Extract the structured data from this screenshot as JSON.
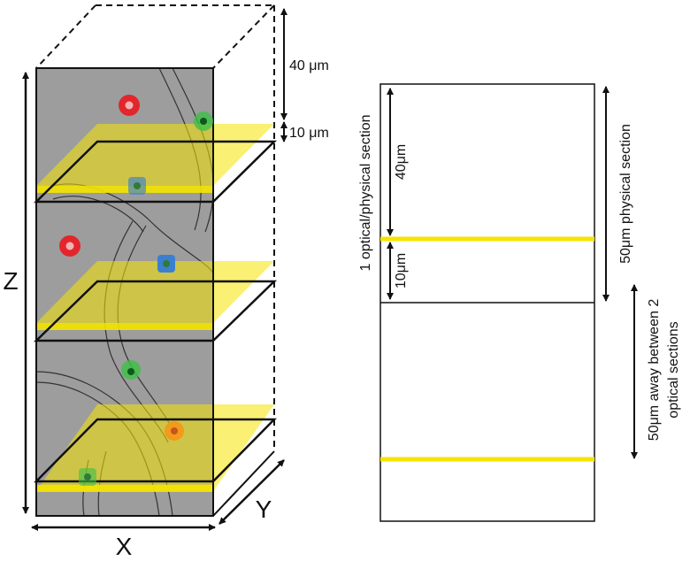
{
  "block": {
    "axis_z": "Z",
    "axis_x": "X",
    "axis_y": "Y",
    "gap_label": "40 μm",
    "section_label": "10 μm"
  },
  "column": {
    "left_label": "1 optical/physical section",
    "gap_label": "40μm",
    "section_label": "10μm",
    "right_label": "50μm  physical section",
    "far_right_line1": "50μm away  between 2",
    "far_right_line2": "optical sections"
  },
  "colors": {
    "tissue": "#9d9d9d",
    "section_yellow": "#f5e400",
    "cell_red": "#e2262b",
    "cell_green": "#3fbf4a",
    "cell_blue": "#3b7fd0",
    "cell_orange": "#f29a1b"
  }
}
